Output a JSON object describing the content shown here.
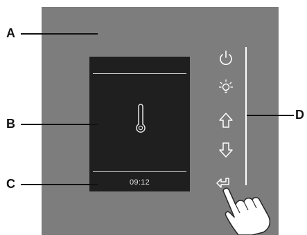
{
  "callouts": {
    "a": "A",
    "b": "B",
    "c": "C",
    "d": "D"
  },
  "display": {
    "time": "09:12",
    "center_icon": "thermometer-icon"
  },
  "buttons": [
    {
      "name": "power-button",
      "icon": "power-icon"
    },
    {
      "name": "light-button",
      "icon": "light-bulb-icon"
    },
    {
      "name": "up-button",
      "icon": "arrow-up-icon"
    },
    {
      "name": "down-button",
      "icon": "arrow-down-icon"
    },
    {
      "name": "enter-button",
      "icon": "enter-return-icon"
    }
  ],
  "colors": {
    "panel": "#7d7d7d",
    "screen": "#1f1f1f",
    "icon_stroke": "#ffffff",
    "label": "#111111"
  }
}
